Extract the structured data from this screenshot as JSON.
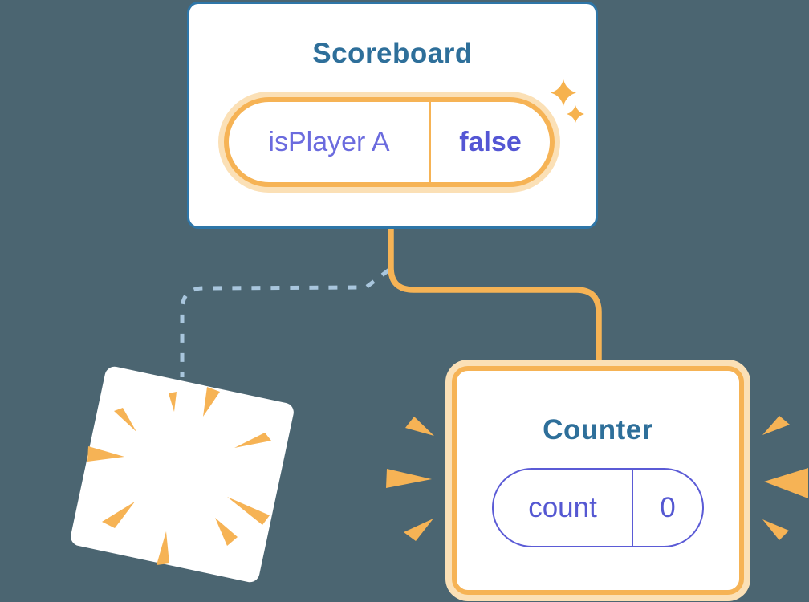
{
  "scoreboard": {
    "title": "Scoreboard",
    "state": {
      "label": "isPlayer A",
      "value": "false"
    }
  },
  "counter": {
    "title": "Counter",
    "state": {
      "label": "count",
      "value": "0"
    }
  },
  "connections": {
    "solid_orange": "Scoreboard to Counter (state kept / re-created branch)",
    "dashed_blue": "Scoreboard to destroyed component (poof)"
  },
  "icons": {
    "sparkles": "sparkles-icon",
    "poof_burst": "poof-burst-icon",
    "emphasis_rays": "emphasis-rays-icon"
  },
  "colors": {
    "background": "#4B6571",
    "card_white": "#FFFFFF",
    "scoreboard_border_blue": "#2E76A8",
    "title_teal": "#2E6F9A",
    "accent_orange": "#F6B355",
    "accent_orange_glow": "#FBE0B6",
    "sparkle_orange": "#F6B24E",
    "state_purple": "#5B5ED9",
    "dashed_line_blue": "#A9C6DD"
  }
}
